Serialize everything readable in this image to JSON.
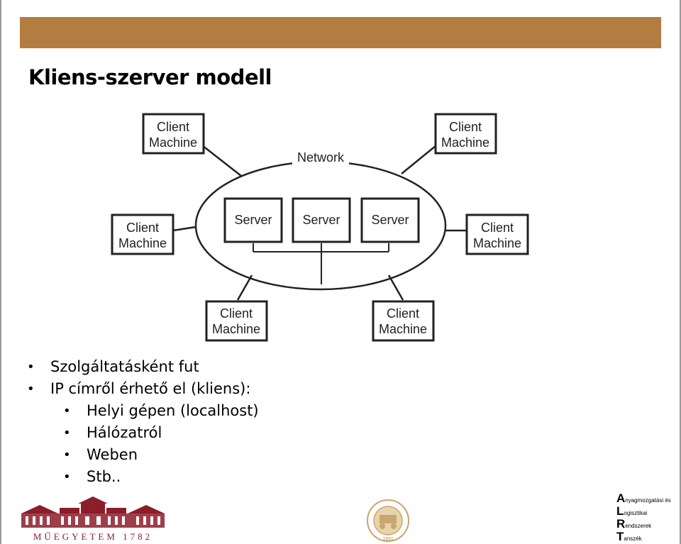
{
  "slide": {
    "title": "Kliens-szerver modell"
  },
  "diagram": {
    "network_label": "Network",
    "server_label": "Server",
    "client_line1": "Client",
    "client_line2": "Machine"
  },
  "bullets": [
    {
      "level": 1,
      "text": "Szolgáltatásként fut"
    },
    {
      "level": 1,
      "text": "IP címről érhető el (kliens):"
    },
    {
      "level": 2,
      "text": "Helyi gépen (localhost)"
    },
    {
      "level": 2,
      "text": "Hálózatról"
    },
    {
      "level": 2,
      "text": "Weben"
    },
    {
      "level": 2,
      "text": "Stb.."
    }
  ],
  "footer": {
    "university_logo_text": "MŰEGYETEM 1782",
    "seal_year": "1931",
    "department": [
      {
        "initial": "A",
        "rest": "nyagmozgatási és"
      },
      {
        "initial": "L",
        "rest": "ogisztikai"
      },
      {
        "initial": "R",
        "rest": "endszerek"
      },
      {
        "initial": "T",
        "rest": "anszék"
      }
    ]
  },
  "colors": {
    "top_band": "#b37c41",
    "text": "#000000",
    "logo": "#8c1d2b",
    "seal": "#c9a66b"
  }
}
